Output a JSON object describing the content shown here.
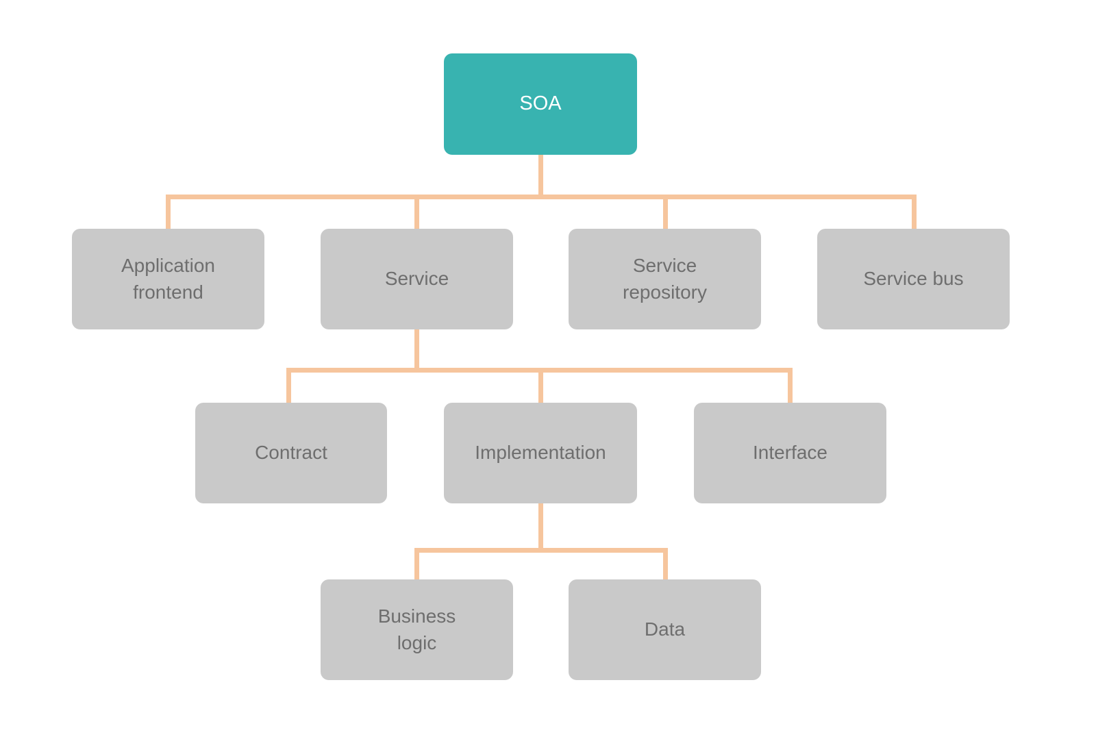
{
  "diagram": {
    "type": "tree",
    "root": "SOA",
    "hierarchy": {
      "SOA": [
        "Application frontend",
        "Service",
        "Service repository",
        "Service bus"
      ],
      "Service": [
        "Contract",
        "Implementation",
        "Interface"
      ],
      "Implementation": [
        "Business logic",
        "Data"
      ]
    }
  },
  "nodes": {
    "soa": {
      "label": "SOA"
    },
    "application_frontend": {
      "label": "Application\nfrontend"
    },
    "service": {
      "label": "Service"
    },
    "service_repository": {
      "label": "Service\nrepository"
    },
    "service_bus": {
      "label": "Service bus"
    },
    "contract": {
      "label": "Contract"
    },
    "implementation": {
      "label": "Implementation"
    },
    "interface": {
      "label": "Interface"
    },
    "business_logic": {
      "label": "Business\nlogic"
    },
    "data": {
      "label": "Data"
    }
  },
  "colors": {
    "background": "#ffffff",
    "root_fill": "#38b3b0",
    "root_text": "#ffffff",
    "node_fill": "#c9c9c9",
    "node_text": "#6e6e6e",
    "connector": "#f6c59d"
  }
}
